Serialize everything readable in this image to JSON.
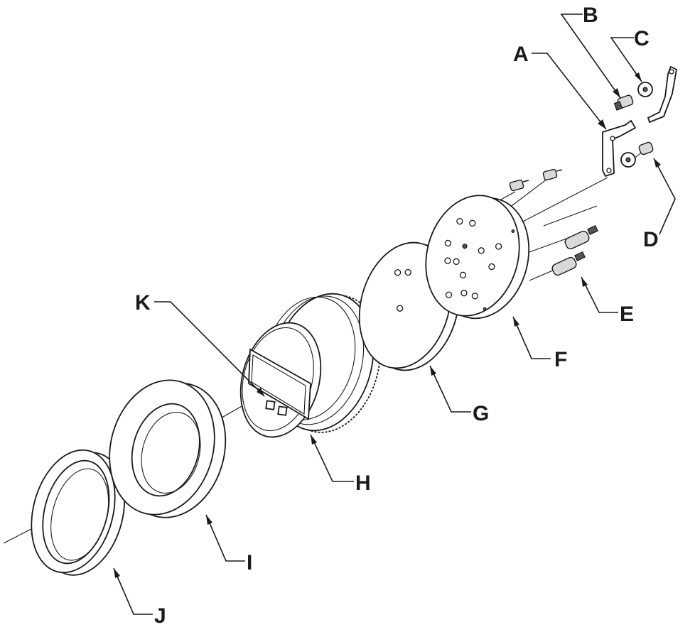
{
  "colors": {
    "stroke": "#1a1a1a",
    "fill": "#ffffff",
    "shade": "#d9d9d9"
  },
  "callouts": [
    {
      "id": "A",
      "label": "A"
    },
    {
      "id": "B",
      "label": "B"
    },
    {
      "id": "C",
      "label": "C"
    },
    {
      "id": "D",
      "label": "D"
    },
    {
      "id": "E",
      "label": "E"
    },
    {
      "id": "F",
      "label": "F"
    },
    {
      "id": "G",
      "label": "G"
    },
    {
      "id": "H",
      "label": "H"
    },
    {
      "id": "I",
      "label": "I"
    },
    {
      "id": "J",
      "label": "J"
    },
    {
      "id": "K",
      "label": "K"
    }
  ]
}
